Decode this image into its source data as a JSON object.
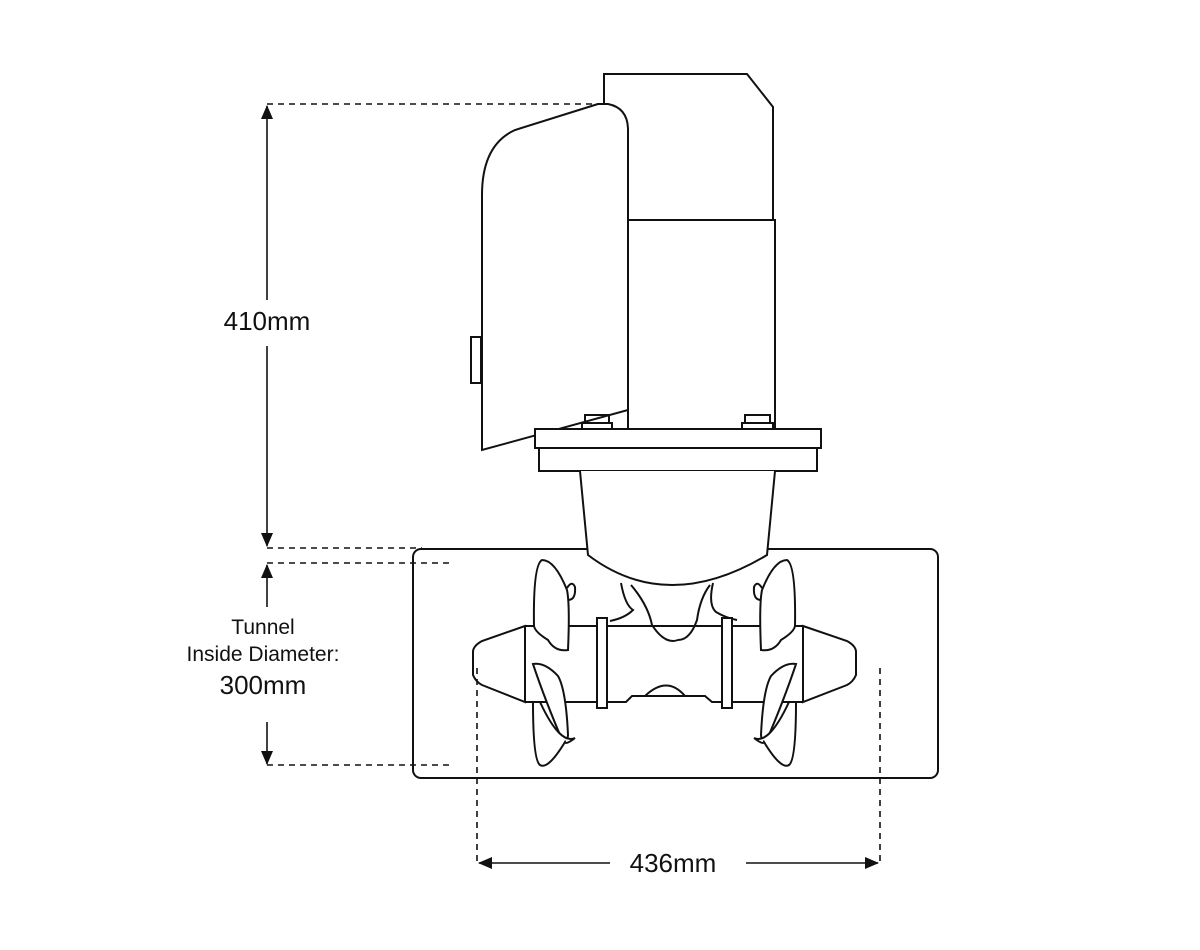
{
  "dimensions": {
    "height": "410mm",
    "tunnel_label_line1": "Tunnel",
    "tunnel_label_line2": "Inside Diameter:",
    "tunnel_diameter": "300mm",
    "width": "436mm"
  },
  "colors": {
    "stroke": "#111111",
    "background": "#ffffff"
  }
}
